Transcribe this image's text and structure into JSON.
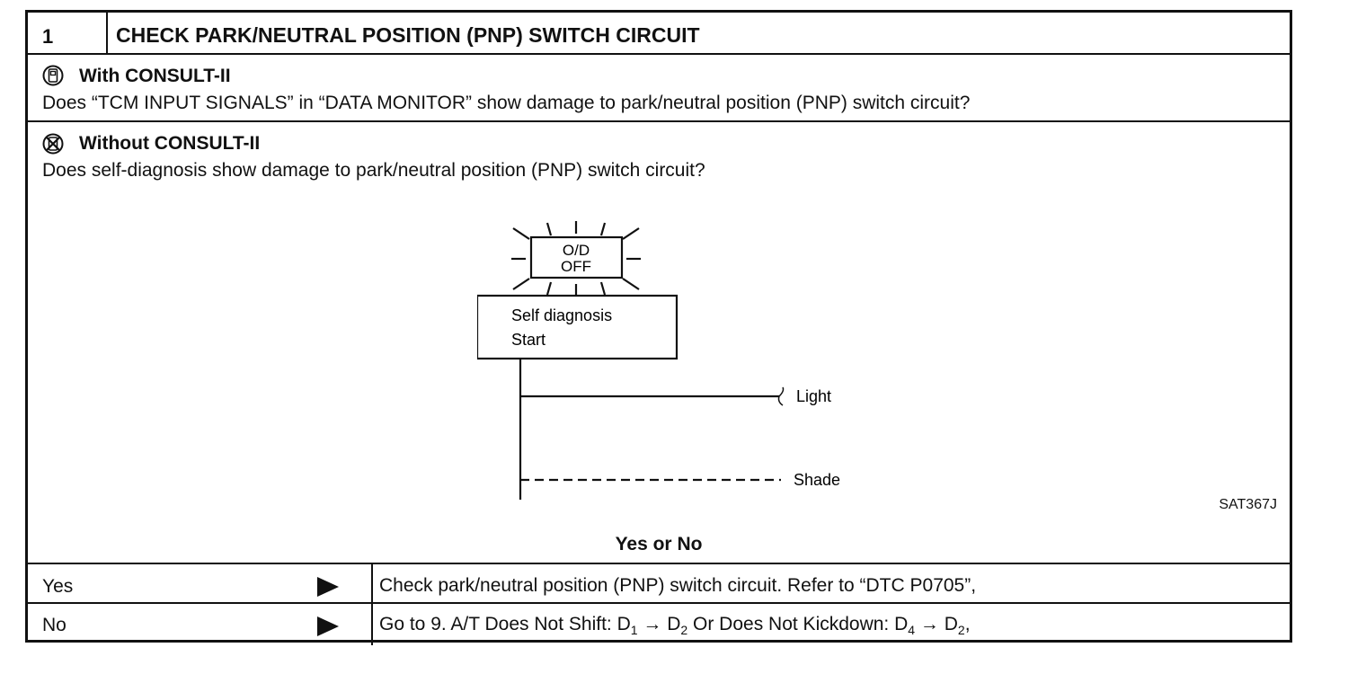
{
  "step": {
    "number": "1",
    "title": "CHECK PARK/NEUTRAL POSITION (PNP) SWITCH CIRCUIT"
  },
  "with_consult": {
    "heading": "With CONSULT-II",
    "question": "Does “TCM INPUT SIGNALS” in “DATA MONITOR” show damage to park/neutral position (PNP) switch circuit?",
    "icon": "consult-tool-icon"
  },
  "without_consult": {
    "heading": "Without CONSULT-II",
    "question": "Does self-diagnosis show damage to park/neutral position (PNP) switch circuit?",
    "icon": "no-consult-tool-icon"
  },
  "diagram": {
    "indicator_line1": "O/D",
    "indicator_line2": "OFF",
    "box_line1": "Self  diagnosis",
    "box_line2": "Start",
    "light_label": "Light",
    "shade_label": "Shade",
    "figure_id": "SAT367J"
  },
  "decision": {
    "label": "Yes or No",
    "rows": [
      {
        "label": "Yes",
        "action": "Check park/neutral position (PNP) switch circuit. Refer to “DTC P0705”,"
      },
      {
        "label": "No",
        "action_prefix": "Go to 9. A/T Does Not Shift: D",
        "sub1": "1",
        "mid1": " → D",
        "sub2": "2",
        "mid2": " Or Does Not Kickdown: D",
        "sub3": "4",
        "mid3": " → D",
        "sub4": "2",
        "suffix": ","
      }
    ]
  }
}
